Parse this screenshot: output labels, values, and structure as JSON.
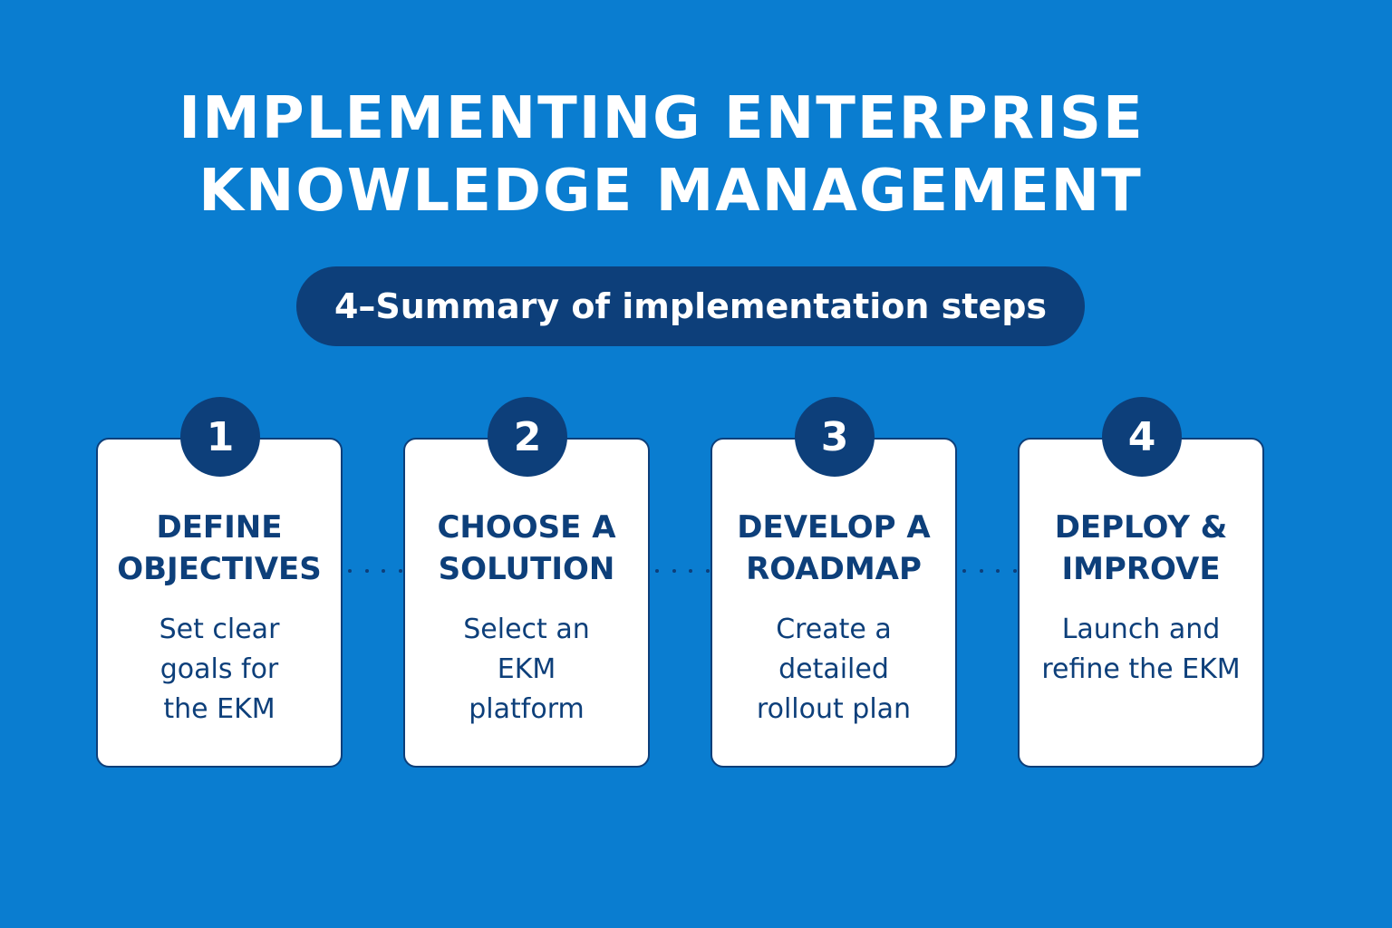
{
  "title": {
    "line1": "IMPLEMENTING ENTERPRISE",
    "line2": "KNOWLEDGE MANAGEMENT"
  },
  "subtitle": "4–Summary of implementation steps",
  "colors": {
    "background": "#0a7dd0",
    "navy": "#0d3f7a",
    "card": "#ffffff"
  },
  "steps": [
    {
      "number": "1",
      "title": "DEFINE\nOBJECTIVES",
      "body": "Set clear\ngoals for\nthe EKM"
    },
    {
      "number": "2",
      "title": "CHOOSE A\nSOLUTION",
      "body": "Select an\nEKM\nplatform"
    },
    {
      "number": "3",
      "title": "DEVELOP A\nROADMAP",
      "body": "Create a\ndetailed\nrollout plan"
    },
    {
      "number": "4",
      "title": "DEPLOY &\nIMPROVE",
      "body": "Launch and\nrefine the EKM"
    }
  ]
}
